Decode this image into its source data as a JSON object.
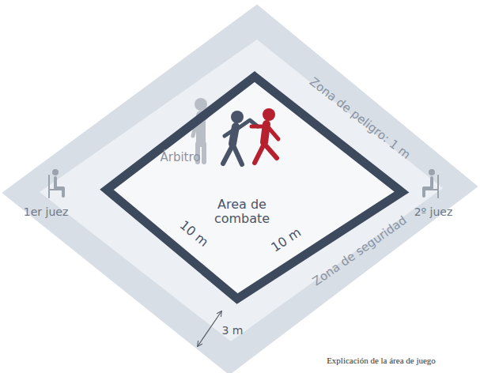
{
  "diagram": {
    "caption": "Explicación de la área de juego",
    "nodes": [
      {
        "text": [
          "Zona de seguridad"
        ]
      },
      {
        "text": [
          "Area de combate"
        ],
        "in": 0
      }
    ],
    "labels": [
      "Zona de peligro: 1 m",
      "Árbitro",
      "1er juez",
      "2º juez",
      "10 m",
      "10 m",
      "3 m"
    ]
  }
}
